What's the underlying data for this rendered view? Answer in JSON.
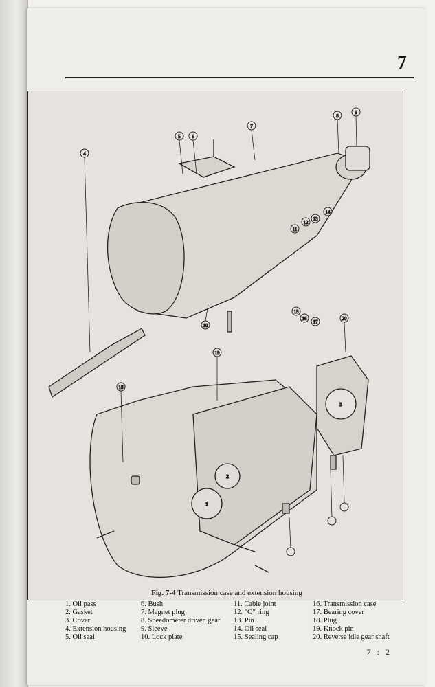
{
  "page": {
    "chapter_number": "7",
    "page_number": "7 : 2"
  },
  "figure": {
    "number": "Fig. 7-4",
    "caption": "Transmission case and extension housing",
    "callouts": [
      "1",
      "2",
      "3",
      "4",
      "5",
      "6",
      "7",
      "8",
      "9",
      "10",
      "11",
      "12",
      "13",
      "14",
      "15",
      "16",
      "17",
      "18",
      "19",
      "20"
    ]
  },
  "legend": {
    "col1": [
      "1. Oil pass",
      "2. Gasket",
      "3. Cover",
      "4. Extension housing",
      "5. Oil seal"
    ],
    "col2": [
      "6. Bush",
      "7. Magnet plug",
      "8. Speedometer driven gear",
      "9. Sleeve",
      "10. Lock plate"
    ],
    "col3": [
      "11. Cable joint",
      "12. \"O\" ring",
      "13. Pin",
      "14. Oil seal",
      "15. Sealing cap"
    ],
    "col4": [
      "16. Transmission case",
      "17. Bearing cover",
      "18. Plug",
      "19. Knock pin",
      "20. Reverse idle gear shaft"
    ]
  }
}
